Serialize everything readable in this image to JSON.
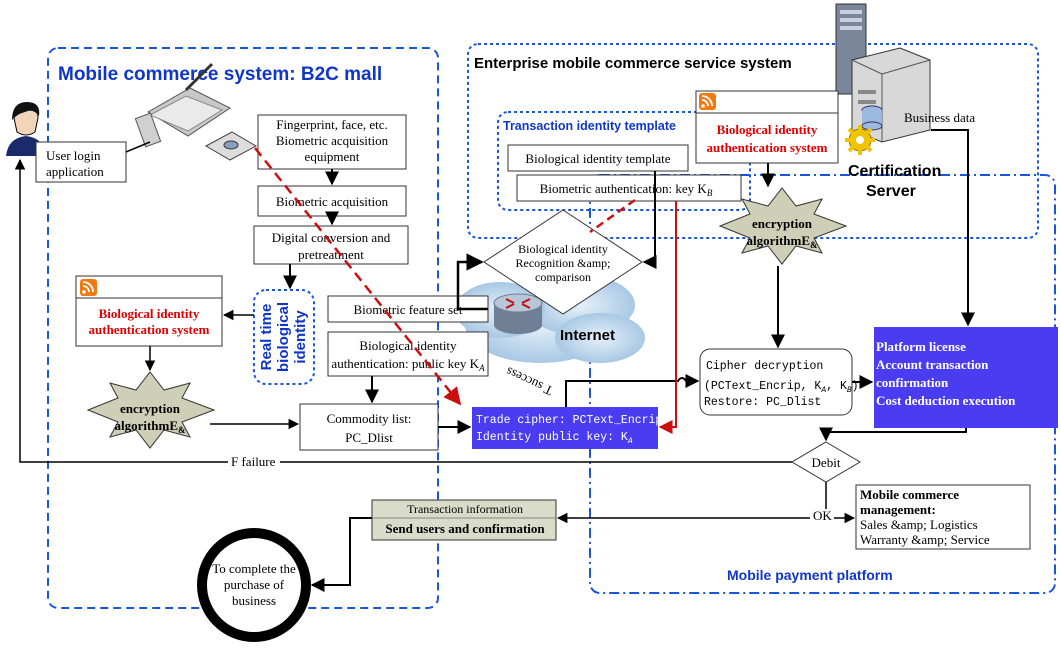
{
  "regions": {
    "b2c_title": "Mobile commerce system: B2C mall",
    "enterprise_title": "Enterprise mobile commerce service system",
    "transaction_template_title": "Transaction identity template",
    "payment_platform_title": "Mobile payment platform",
    "certification_server": [
      "Certification",
      "Server"
    ],
    "internet": "Internet"
  },
  "nodes": {
    "user_login": [
      "User login",
      "application"
    ],
    "acquisition_equipment": [
      "Fingerprint, face, etc.",
      "Biometric acquisition",
      "equipment"
    ],
    "biometric_acquisition": "Biometric acquisition",
    "digital_conversion": [
      "Digital conversion and",
      "pretreatment"
    ],
    "real_time_identity": [
      "Real time",
      "biological",
      "identity"
    ],
    "feature_set": "Biometric feature set",
    "public_key_auth": [
      "Biological identity",
      "authentication: public key K"
    ],
    "public_key_sub": "A",
    "left_auth_system": [
      "Biological identity",
      "authentication system"
    ],
    "left_encryption": [
      "encryption",
      "algorithmE"
    ],
    "commodity_list": [
      "Commodity list:",
      "PC_Dlist"
    ],
    "trade_cipher": [
      "Trade cipher: PCText_Encrip",
      "Identity public key: K"
    ],
    "template": "Biological identity template",
    "biometric_key": "Biometric authentication: key K",
    "biometric_key_sub": "B",
    "recognition": [
      "Biological identity",
      "Recognition &amp;",
      "comparison"
    ],
    "right_auth_system": [
      "Biological identity",
      "authentication system"
    ],
    "business_data": "Business data",
    "right_encryption": [
      "encryption",
      "algorithmE"
    ],
    "cipher_decryption": [
      "Cipher decryption",
      "(PCText_Encrip, K",
      ", K",
      ")",
      "Restore: PC_Dlist"
    ],
    "platform_license": [
      "Platform license",
      "Account transaction",
      "confirmation",
      "Cost deduction execution"
    ],
    "debit": "Debit",
    "transaction_info": [
      "Transaction information",
      "Send users and confirmation"
    ],
    "management": [
      "Mobile commerce",
      "management:",
      "Sales &amp; Logistics",
      "Warranty &amp; Service"
    ],
    "complete_purchase": [
      "To complete the",
      "purchase of",
      "business"
    ]
  },
  "edge_labels": {
    "failure": "F failure",
    "success": "T success",
    "ok": "OK"
  },
  "colors": {
    "region_border": "#1a55e0",
    "title_blue": "#1036c8",
    "highlight_box": "#4a3cf0",
    "auth_red": "#e00000",
    "star_fill": "#cfcfb8",
    "trans_info_fill": "#d8dcc8",
    "arrow_red": "#cc1010"
  }
}
